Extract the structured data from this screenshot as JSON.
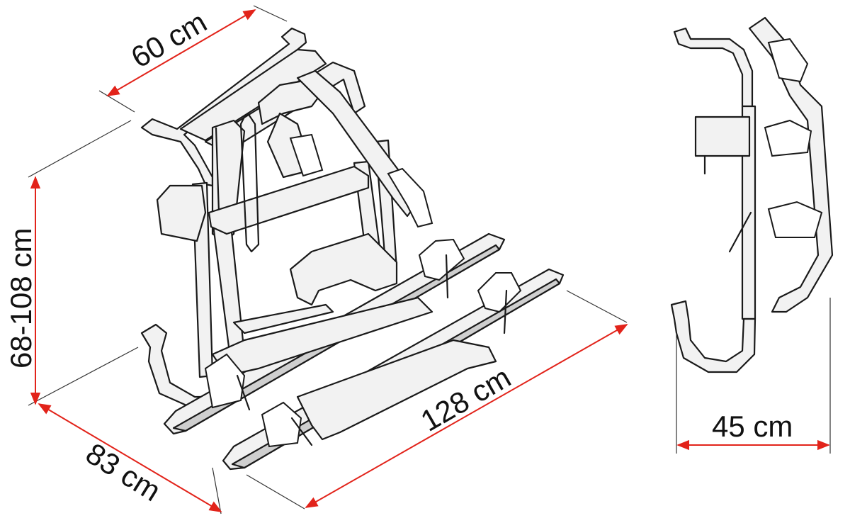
{
  "dimensions": {
    "width_top": "60 cm",
    "height": "68-108 cm",
    "depth": "83 cm",
    "rail_length": "128 cm",
    "side_depth": "45 cm"
  },
  "colors": {
    "dimension_line": "#e2231a",
    "outline": "#1a1a1a",
    "fill": "#f2f2f2"
  }
}
